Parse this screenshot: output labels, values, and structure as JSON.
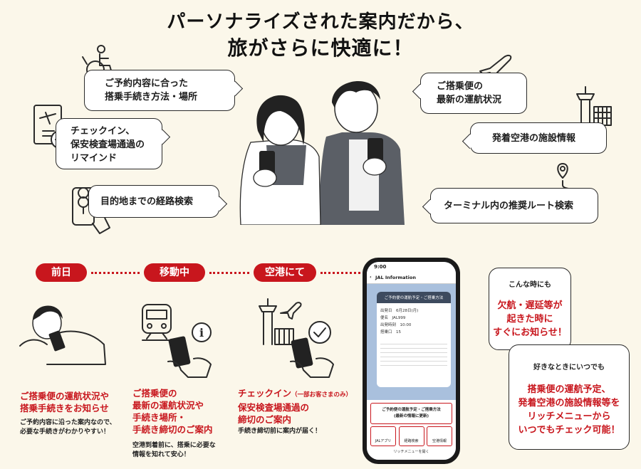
{
  "headline": {
    "line1": "パーソナライズされた案内だから、",
    "line2": "旅がさらに快適に！"
  },
  "left_bubbles": [
    {
      "line1": "ご予約内容に合った",
      "line2": "搭乗手続き方法・場所"
    },
    {
      "line1": "チェックイン、",
      "line2": "保安検査場通過の",
      "line3": "リマインド"
    },
    {
      "line1": "目的地までの経路検索"
    }
  ],
  "right_bubbles": [
    {
      "line1": "ご搭乗便の",
      "line2": "最新の運航状況"
    },
    {
      "line1": "発着空港の施設情報"
    },
    {
      "line1": "ターミナル内の推奨ルート検索"
    }
  ],
  "timeline": {
    "stages": [
      {
        "pill": "前日",
        "heading": [
          "ご搭乗便の運航状況や",
          "搭乗手続きをお知らせ"
        ],
        "sub": [
          "ご予約内容に沿った案内なので、",
          "必要な手続きがわかりやすい！"
        ]
      },
      {
        "pill": "移動中",
        "heading": [
          "ご搭乗便の",
          "最新の運航状況や",
          "手続き場所・",
          "手続き締切のご案内"
        ],
        "sub": [
          "空港到着前に、搭乗に必要な",
          "情報を知れて安心！"
        ]
      },
      {
        "pill": "空港にて",
        "heading": [
          "チェックイン",
          "保安検査場通過の",
          "締切のご案内"
        ],
        "heading_note": "（一部お客さまのみ）",
        "sub": [
          "手続き締切前に案内が届く！"
        ]
      }
    ]
  },
  "phone": {
    "time": "9:00",
    "chat_name": "JAL Information",
    "card_title": "ご予約便の運航予定・ご搭乗方法",
    "card_rows": [
      {
        "k": "出発日",
        "v": "6月28日(月)"
      },
      {
        "k": "便名",
        "v": "JAL999"
      },
      {
        "k": "出発時刻",
        "v": "10:00"
      },
      {
        "k": "搭乗口",
        "v": "15"
      }
    ],
    "menu_top": "ご予約便の運航予定・ご搭乗方法",
    "menu_top_sub": "(最新の情報に更新)",
    "menu_buttons": [
      "JALアプリ",
      "経路検索",
      "空港情報"
    ],
    "menu_footer": "リッチメニューを開く"
  },
  "callouts": [
    {
      "small": "こんな時にも",
      "red": [
        "欠航・遅延等が",
        "起きた時に",
        "すぐにお知らせ！"
      ]
    },
    {
      "small": "好きなときにいつでも",
      "red": [
        "搭乗便の運航予定、",
        "発着空港の施設情報等を",
        "リッチメニューから",
        "いつでもチェック可能！"
      ]
    }
  ],
  "colors": {
    "accent": "#c8161d",
    "background": "#fbf7ea",
    "line_chat_bg": "#a9c0dd"
  },
  "icons": [
    "wheelchair-icon",
    "boarding-pass-icon",
    "map-pin-phone-icon",
    "airplane-icon",
    "control-tower-icon",
    "route-pin-icon",
    "train-icon",
    "info-icon",
    "check-icon"
  ]
}
